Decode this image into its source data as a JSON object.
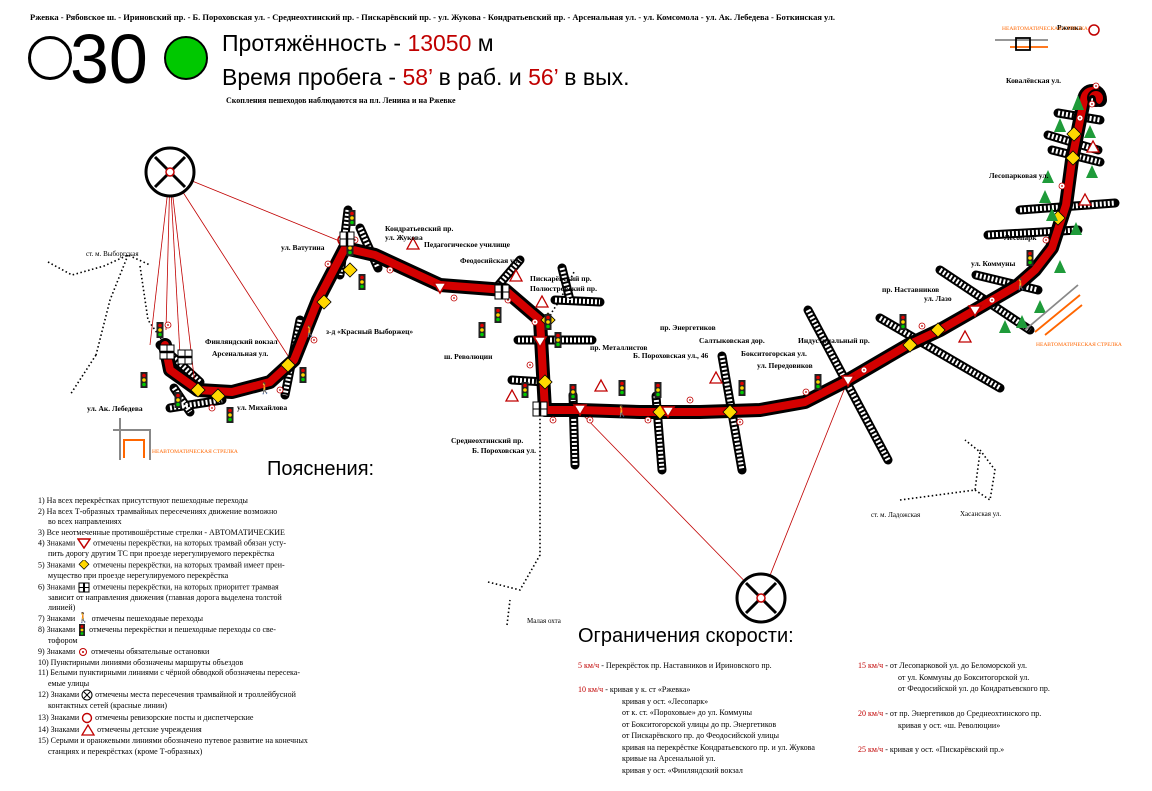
{
  "route_streets": "Ржевка - Рябовское ш. - Ириновский пр. - Б. Пороховская ул. - Среднеохтинский пр. - Пискарёвский пр. - ул. Жукова - Кондратьевский пр. - Арсенальная ул. - ул. Комсомола - ул. Ак. Лебедева - Боткинская ул.",
  "route_number": "30",
  "length_label": "Протяжённость - ",
  "length_value": "13050",
  "length_unit": " м",
  "time_label": "Время пробега - ",
  "time_work": "58’",
  "time_mid": " в раб. и ",
  "time_weekend": "56’",
  "time_end": " в вых.",
  "crowd_note": "Скопления пешеходов наблюдаются на пл. Ленина и на Ржевке",
  "colors": {
    "route": "#d40000",
    "accent_red": "#c00000",
    "green": "#00c800",
    "priority": "#ffd700",
    "orange": "#ff6600"
  },
  "stops": {
    "rzhevka": "Ржевка",
    "kovalevskaya": "Ковалёвская ул.",
    "lesoparkovaya": "Лесопарковая ул.",
    "lesopark": "Лесопарк",
    "kommuny": "ул. Коммуны",
    "nastavnikov": "пр. Наставников",
    "lazo": "ул. Лазо",
    "industrialny": "Индустриальный пр.",
    "peredovikov": "ул. Передовиков",
    "bokitogorskaya": "Бокситогорская ул.",
    "saltykovskaya": "Салтыковская дор.",
    "b_porokhovskaya_46": "Б. Пороховская ул., 46",
    "energetikov": "пр. Энергетиков",
    "metallistov": "пр. Металлистов",
    "sredneokhtinsky": "Среднеохтинский пр.",
    "b_porokhovskaya": "Б. Пороховская ул.",
    "sh_revolyutsii": "ш. Революции",
    "piskarevsky": "Пискарёвский пр.",
    "polyustrovsky": "Полюстровский пр.",
    "feodosiyskaya": "Феодосийская ул.",
    "pedagog": "Педагогическое училище",
    "kondratyevsky": "Кондратьевский пр.",
    "zhukova": "ул. Жукова",
    "vatutina": "ул. Ватутина",
    "krasny_vyborzhets": "з-д «Красный Выборжец»",
    "finlyandsky": "Финляндский вокзал",
    "arsenalnaya": "Арсенальная ул.",
    "mikhaylova": "ул. Михайлова",
    "lebedeva": "ул. Ак. Лебедева",
    "vyborgskaya": "ст. м. Выборгская",
    "ladozhskaya": "ст. м. Ладожская",
    "khasanskaya": "Хасанская ул.",
    "malaya_okhta": "Малая охта"
  },
  "nonautomatic_switch": "НЕАВТОМАТИЧЕСКАЯ СТРЕЛКА",
  "legend_title": "Пояснения:",
  "legend_items": [
    "1) На всех перекрёстках присутствуют пешеходные переходы",
    "2) На всех Т-образных трамвайных пересечениях движение возможно",
    "во всех направлениях",
    "3) Все неотмеченные противошёрстные стрелки - АВТОМАТИЧЕСКИЕ",
    "4) Знаками",
    "отмечены перекрёстки, на которых трамвай обязан усту-",
    "пить дорогу другим ТС при проезде нерегулируемого перекрёстка",
    "5) Знаками",
    "отмечены перекрёстки, на которых трамвай имеет преи-",
    "мущество при проезде нерегулируемого перекрёстка",
    "6) Знаками",
    "отмечены перекрёстки, на которых приоритет трамвая",
    "зависит от направления движения (главная дорога выделена толстой",
    "линией)",
    "7) Знаками",
    "отмечены пешеходные переходы",
    "8) Знаками",
    "отмечены перекрёстки и пешеходные переходы со све-",
    "тофором",
    "9) Знаками",
    "отмечены обязательные остановки",
    "10) Пунктирными линиями обозначены маршруты объездов",
    "11) Белыми пунктирными линиями с чёрной обводкой обозначены пересека-",
    "емые улицы",
    "12) Знаками",
    "отмечены места пересечения трамвайной и троллейбусной",
    "контактных сетей (красные линии)",
    "13) Знаками",
    "отмечены ревизорские посты и диспетчерские",
    "14) Знаками",
    "отмечены детские учреждения",
    "15) Серыми и оранжевыми линиями обозначено путевое развитие на конечных",
    "станциях и перекрёстках (кроме Т-образных)"
  ],
  "speed_title": "Ограничения скорости:",
  "speed_limits": {
    "s5": "5 км/ч",
    "s5_text": " - Перекрёсток пр. Наставников и Ириновского пр.",
    "s10": "10 км/ч",
    "s10_lines": [
      " - кривая у к. ст «Ржевка»",
      "кривая у ост. «Лесопарк»",
      "от к. ст. «Пороховые» до ул. Коммуны",
      "от Бокситогорской улицы до пр. Энергетиков",
      "от Пискарёвского пр. до Феодосийской улицы",
      "кривая на перекрёстке Кондратьевского пр. и ул. Жукова",
      "кривые на Арсенальной ул.",
      "кривая у ост. «Финляндский вокзал"
    ],
    "s15": "15 км/ч",
    "s15_lines": [
      " - от Лесопарковой ул. до Беломорской ул.",
      "от ул. Коммуны до Бокситогорской ул.",
      "от Феодосийской ул. до Кондратьевского пр."
    ],
    "s20": "20 км/ч",
    "s20_lines": [
      " - от пр. Энергетиков до Среднеохтинского пр.",
      "кривая у ост. «ш. Революции»"
    ],
    "s25": "25 км/ч",
    "s25_text": " - кривая у ост. «Пискарёвский пр.»"
  }
}
